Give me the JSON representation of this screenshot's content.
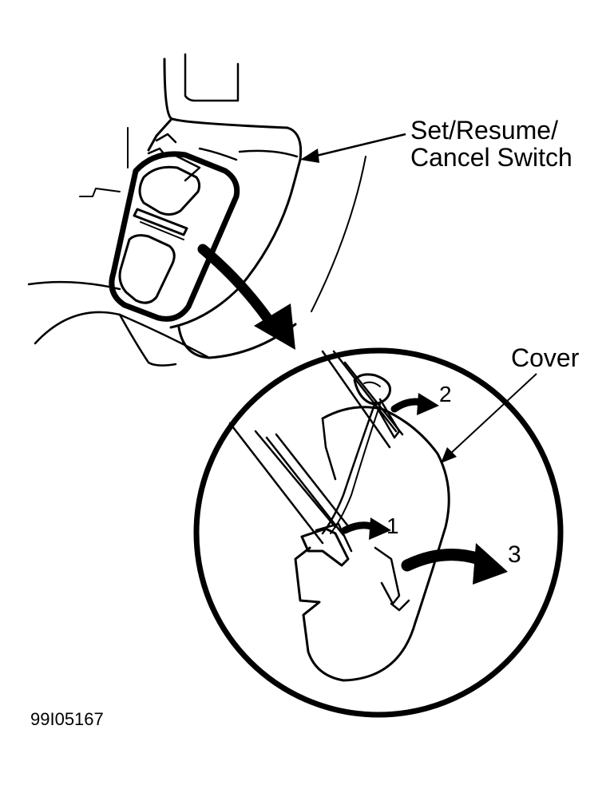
{
  "labels": {
    "switch_line1": "Set/Resume/",
    "switch_line2": "Cancel Switch",
    "cover": "Cover",
    "step1": "1",
    "step2": "2",
    "step3": "3"
  },
  "figure_code": "99I05167",
  "colors": {
    "ink": "#000000",
    "paper": "#ffffff"
  }
}
